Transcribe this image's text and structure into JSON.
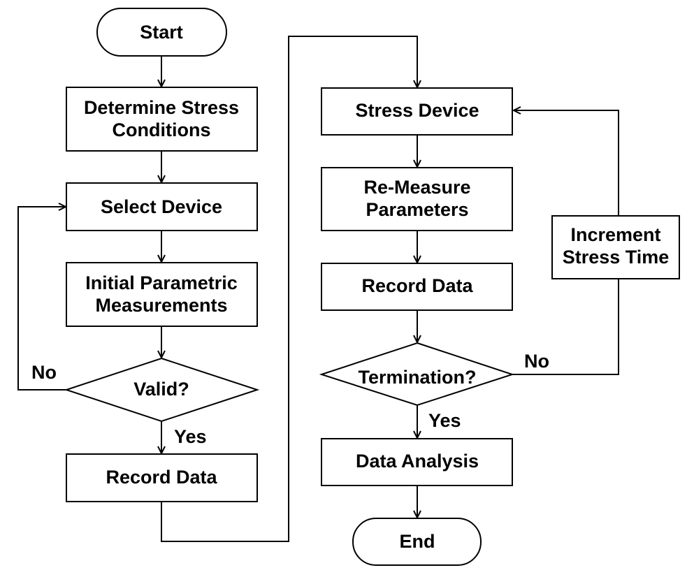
{
  "colors": {
    "stroke": "#000000",
    "fill": "#ffffff",
    "text": "#000000"
  },
  "nodes": {
    "start": "Start",
    "determine_line1": "Determine Stress",
    "determine_line2": "Conditions",
    "select_device": "Select Device",
    "initial_line1": "Initial Parametric",
    "initial_line2": "Measurements",
    "valid": "Valid?",
    "record_data_left": "Record Data",
    "stress_device": "Stress Device",
    "remeasure_line1": "Re-Measure",
    "remeasure_line2": "Parameters",
    "record_data_right": "Record Data",
    "termination": "Termination?",
    "data_analysis": "Data Analysis",
    "end": "End",
    "increment_line1": "Increment",
    "increment_line2": "Stress Time"
  },
  "edge_labels": {
    "valid_no": "No",
    "valid_yes": "Yes",
    "termination_no": "No",
    "termination_yes": "Yes"
  }
}
